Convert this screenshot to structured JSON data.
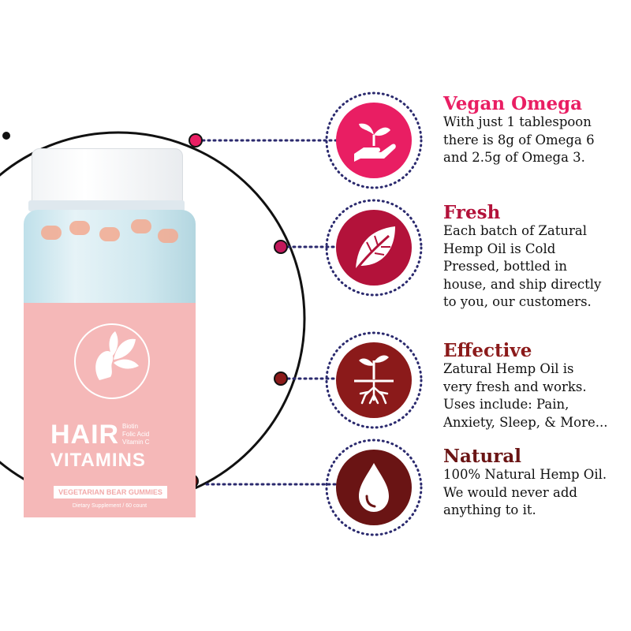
{
  "product": {
    "brand_line1": "HAIR",
    "brand_line2": "VITAMINS",
    "ingredients": [
      "Biotin",
      "Folic Acid",
      "Vitamin C"
    ],
    "ribbon": "VEGETARIAN BEAR GUMMIES",
    "subtitle": "Dietary Supplement / 60 count"
  },
  "features": [
    {
      "title": "Vegan Omega",
      "lines": [
        "With just 1 tablespoon",
        "there is 8g of Omega 6",
        "and 2.5g of Omega 3."
      ],
      "color": "#e91e63",
      "icon": "seedling-in-hand-icon"
    },
    {
      "title": "Fresh",
      "lines": [
        "Each batch of Zatural",
        "Hemp Oil is Cold",
        "Pressed, bottled in",
        "house, and ship directly",
        "to you, our customers."
      ],
      "color": "#b3123a",
      "icon": "leaf-icon"
    },
    {
      "title": "Effective",
      "lines": [
        "Zatural Hemp Oil is",
        "very fresh and works.",
        "Uses include: Pain,",
        "Anxiety, Sleep, & More..."
      ],
      "color": "#8b1a1a",
      "icon": "sprout-roots-icon"
    },
    {
      "title": "Natural",
      "lines": [
        "100% Natural Hemp Oil.",
        "We would never add",
        "anything to it."
      ],
      "color": "#6a1414",
      "icon": "water-drop-icon"
    }
  ],
  "colors": {
    "arc": "#111111",
    "dots": "#2b2a6e",
    "label_pink": "#f5b8b8"
  }
}
